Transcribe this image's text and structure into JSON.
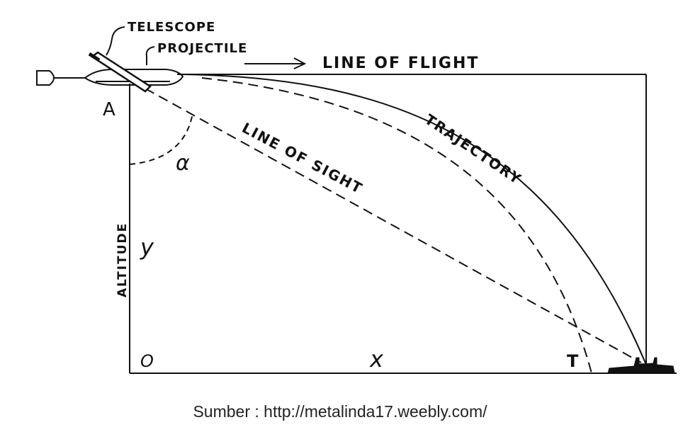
{
  "labels": {
    "telescope": "TELESCOPE",
    "projectile": "PROJECTILE",
    "line_of_flight": "LINE OF FLIGHT",
    "trajectory": "TRAJECTORY",
    "line_of_sight": "LINE OF SIGHT",
    "altitude": "ALTITUDE",
    "point_a": "A",
    "angle": "α",
    "y": "y",
    "origin": "O",
    "x": "x",
    "target": "T"
  },
  "caption": "Sumber : http://metalinda17.weebly.com/"
}
